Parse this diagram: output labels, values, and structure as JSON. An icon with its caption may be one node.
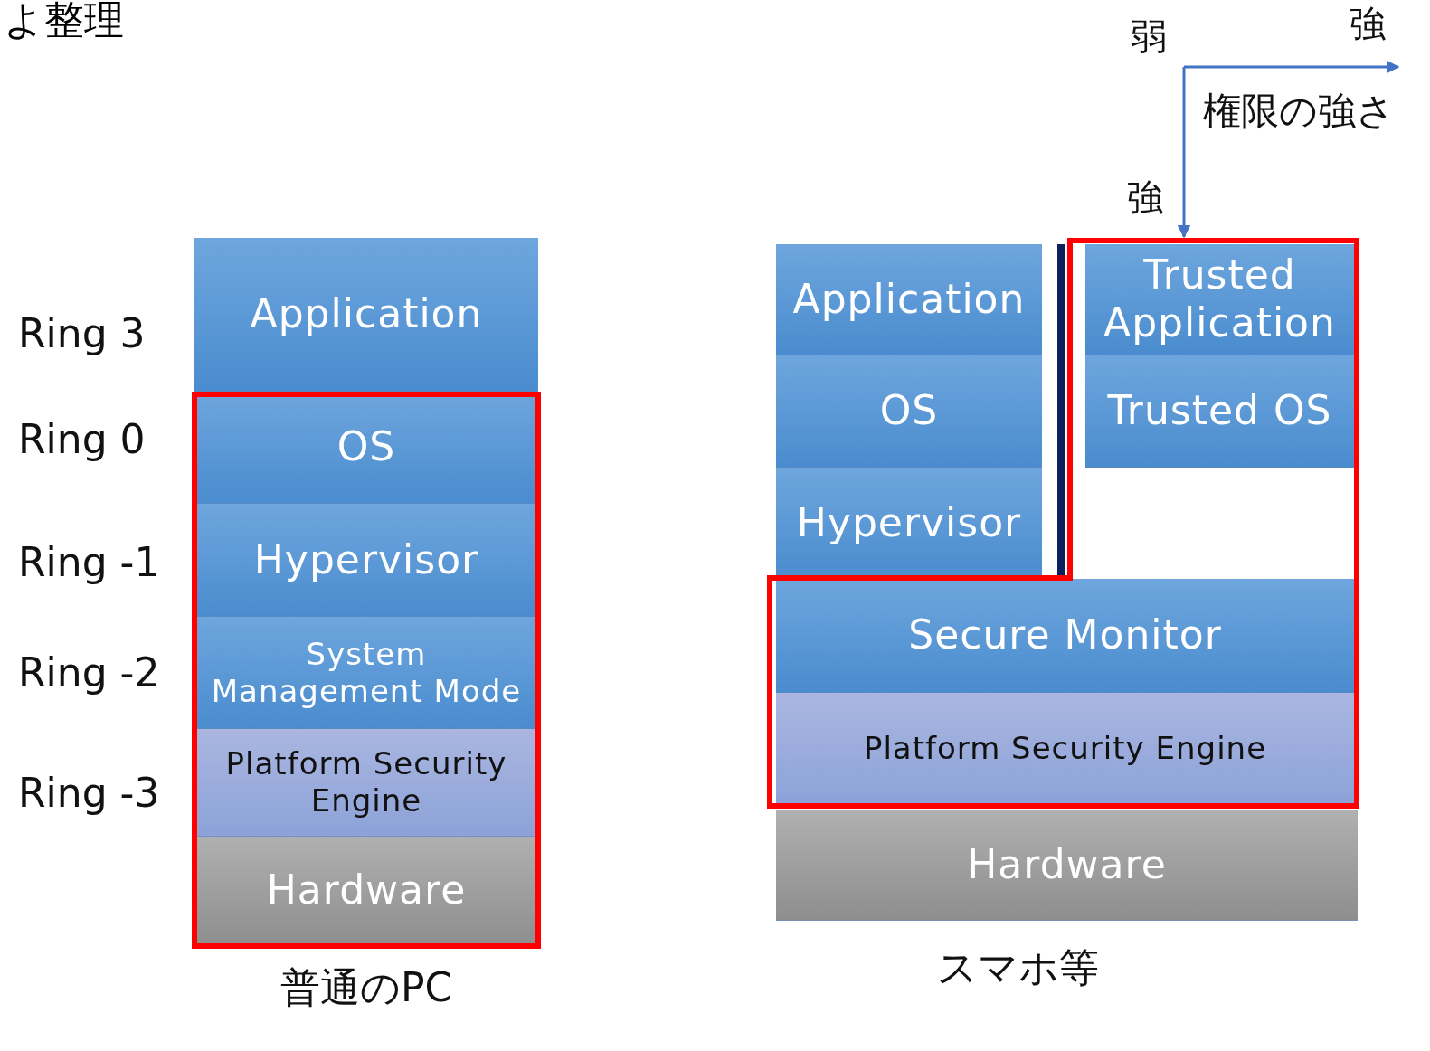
{
  "diagram": {
    "title": "よ整理",
    "nodes": [
      {
        "text": [
          "Application"
        ]
      },
      {
        "text": [
          "OS"
        ]
      },
      {
        "text": [
          "Hypervisor"
        ]
      },
      {
        "text": [
          "System Management Mode"
        ]
      },
      {
        "text": [
          "Platform Security Engine"
        ]
      },
      {
        "text": [
          "Hardware"
        ]
      },
      {
        "text": [
          "Application"
        ]
      },
      {
        "text": [
          "OS"
        ]
      },
      {
        "text": [
          "Hypervisor"
        ]
      },
      {
        "text": [
          "Trusted Application"
        ]
      },
      {
        "text": [
          "Trusted OS"
        ]
      },
      {
        "text": [
          "Secure Monitor"
        ]
      },
      {
        "text": [
          "Platform Security Engine"
        ]
      },
      {
        "text": [
          "Hardware"
        ]
      }
    ],
    "labels": [
      "弱",
      "強",
      "権限の強さ",
      "強",
      "Ring 3",
      "Ring 0",
      "Ring -1",
      "Ring -2",
      "Ring -3",
      "普通のPC",
      "スマホ等"
    ]
  }
}
